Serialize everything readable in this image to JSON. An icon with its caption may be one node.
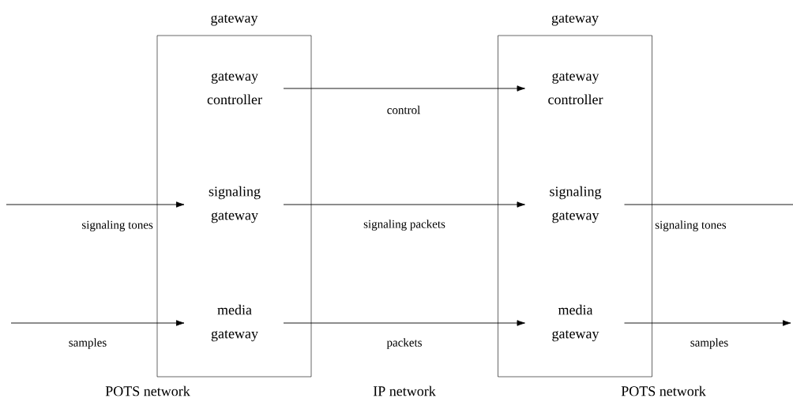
{
  "diagram": {
    "nodes": [
      {
        "text": [
          "gateway"
        ]
      },
      {
        "text": [
          "gateway controller"
        ],
        "in": 0
      },
      {
        "text": [
          "signaling gateway"
        ],
        "in": 0
      },
      {
        "text": [
          "media gateway"
        ],
        "in": 0
      },
      {
        "text": [
          "gateway"
        ]
      },
      {
        "text": [
          "gateway controller"
        ],
        "in": 4
      },
      {
        "text": [
          "signaling gateway"
        ],
        "in": 4
      },
      {
        "text": [
          "media gateway"
        ],
        "in": 4
      }
    ],
    "edges": [
      {
        "from": 1,
        "to": 5,
        "arrow": "to",
        "label": "control"
      },
      {
        "from": null,
        "to": 2,
        "arrow": "to",
        "label": "signaling tones"
      },
      {
        "from": 2,
        "to": 6,
        "arrow": "to",
        "label": "signaling packets"
      },
      {
        "from": 6,
        "to": null,
        "arrow": "none",
        "label": "signaling tones"
      },
      {
        "from": null,
        "to": 3,
        "arrow": "to",
        "label": "samples"
      },
      {
        "from": 3,
        "to": 7,
        "arrow": "to",
        "label": "packets"
      },
      {
        "from": 7,
        "to": null,
        "arrow": "to",
        "label": "samples"
      }
    ],
    "labels": [
      "POTS network",
      "IP network",
      "POTS network"
    ]
  }
}
